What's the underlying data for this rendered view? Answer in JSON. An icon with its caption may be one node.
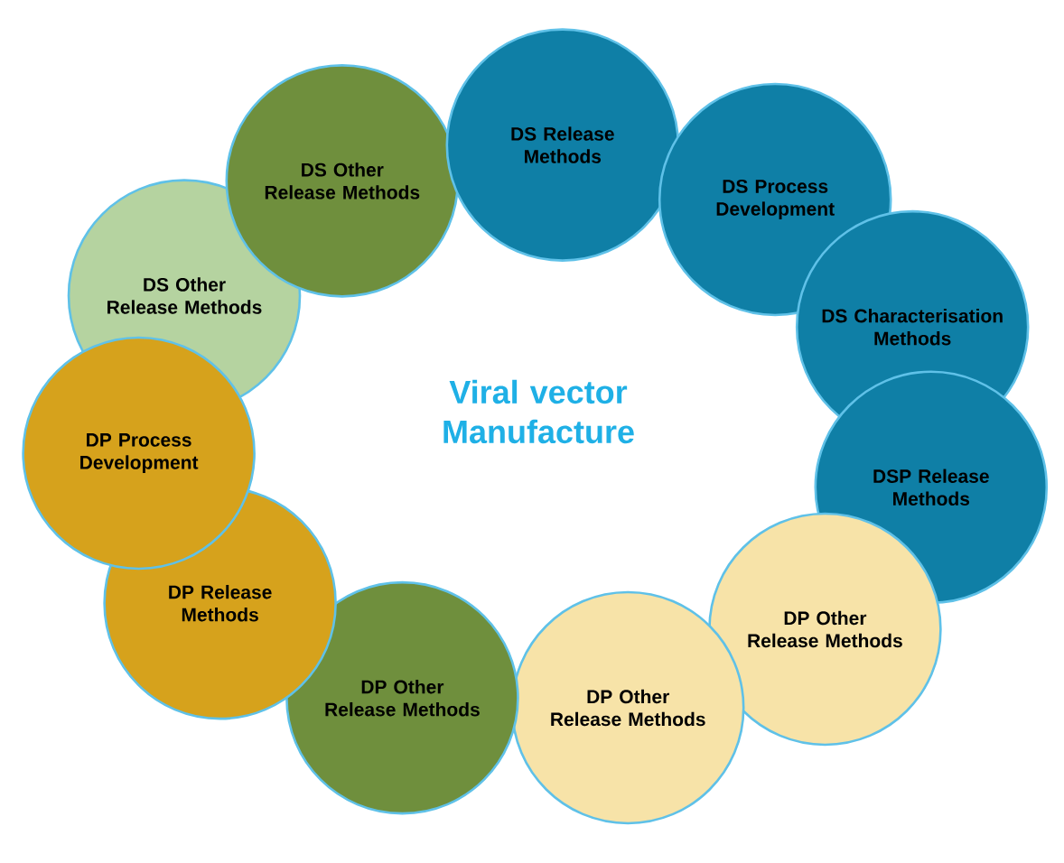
{
  "diagram": {
    "nodes": [
      {
        "text": [
          "DS Other Release Methods"
        ]
      },
      {
        "text": [
          "DS Other Release Methods"
        ]
      },
      {
        "text": [
          "DS Release Methods"
        ]
      },
      {
        "text": [
          "DS Process Development"
        ]
      },
      {
        "text": [
          "DS Characterisation Methods"
        ]
      },
      {
        "text": [
          "DSP Release Methods"
        ]
      },
      {
        "text": [
          "DP Other Release Methods"
        ]
      },
      {
        "text": [
          "DP Other Release Methods"
        ]
      },
      {
        "text": [
          "DP Other Release Methods"
        ]
      },
      {
        "text": [
          "DP Release Methods"
        ]
      },
      {
        "text": [
          "DP Process Development"
        ]
      }
    ],
    "edges": [],
    "labels": [
      "Viral vector Manufacture"
    ]
  }
}
